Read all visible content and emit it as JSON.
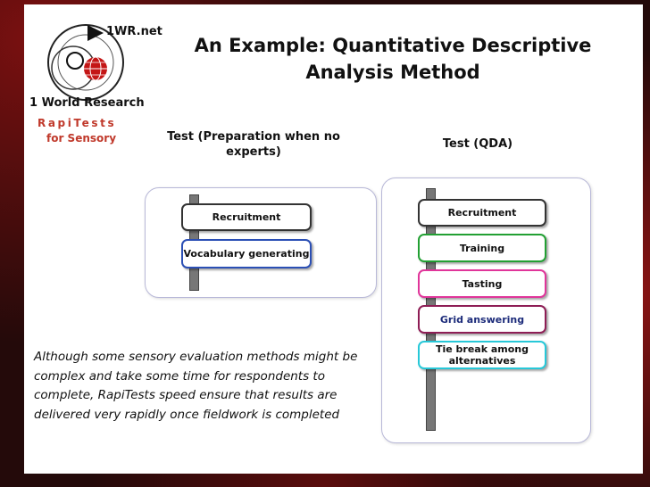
{
  "slide": {
    "title": "An Example: Quantitative Descriptive Analysis Method"
  },
  "logo": {
    "site": "1WR.net",
    "company": "1 World Research",
    "product_line1": "RapiTests",
    "product_line2": "for Sensory"
  },
  "left_column": {
    "title": "Test (Preparation  when no experts)",
    "steps": [
      {
        "label": "Recruitment",
        "color": "#333333"
      },
      {
        "label": "Vocabulary generating",
        "color": "#2b4fb5"
      }
    ]
  },
  "right_column": {
    "title": "Test (QDA)",
    "steps": [
      {
        "label": "Recruitment",
        "color": "#333333"
      },
      {
        "label": "Training",
        "color": "#22a033"
      },
      {
        "label": "Tasting",
        "color": "#e0359a"
      },
      {
        "label": "Grid answering",
        "color": "#8e1d55"
      },
      {
        "label": "Tie break among alternatives",
        "color": "#27c8d8"
      }
    ]
  },
  "note": "Although some sensory evaluation methods might be complex and take some time for respondents to complete, RapiTests speed ensure that results are delivered very rapidly once fieldwork is completed",
  "colors": {
    "accent_red": "#c0392b",
    "frame": "#3a0c0c"
  }
}
